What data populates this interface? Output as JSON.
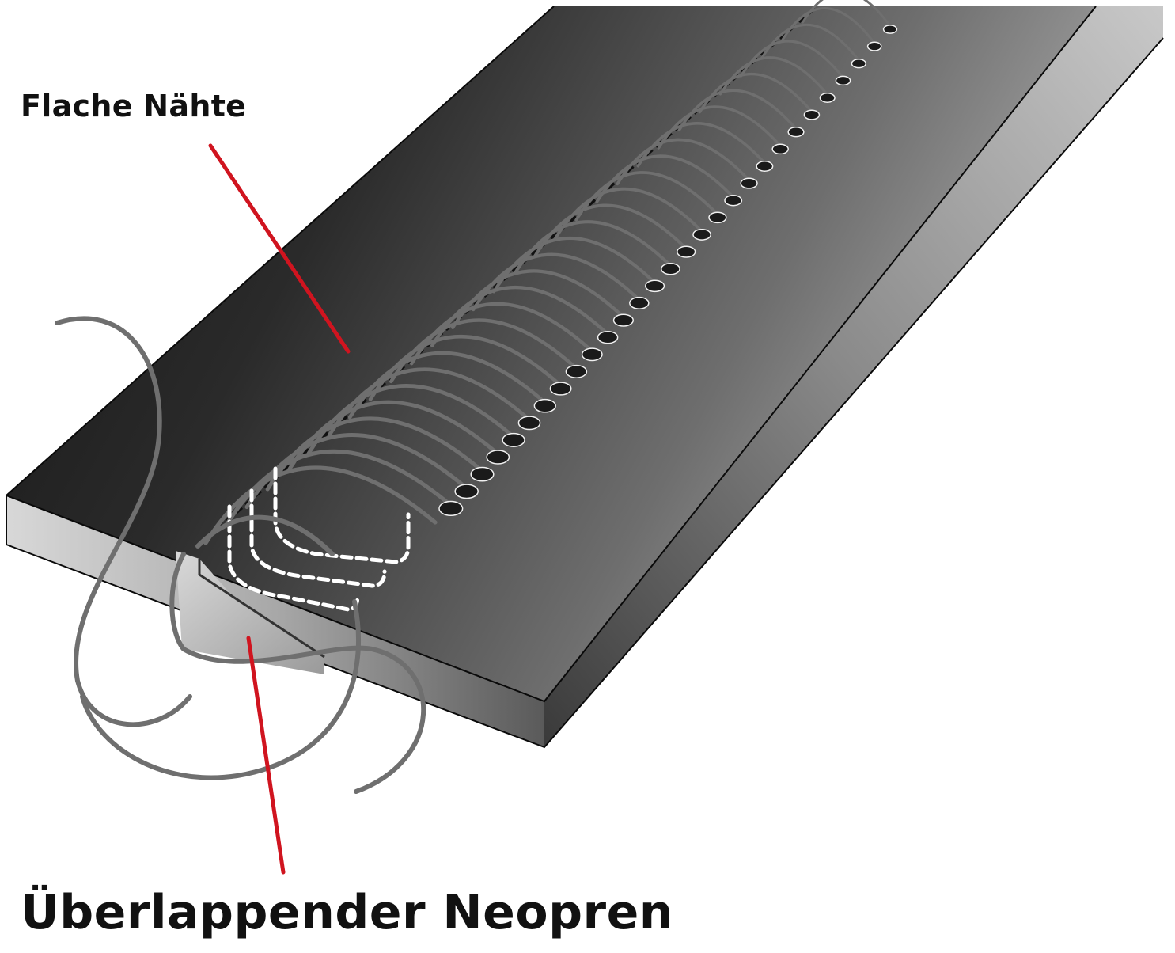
{
  "labels": {
    "flat_seams": "Flache Nähte",
    "overlapping_neoprene": "Überlappender Neopren"
  },
  "colors": {
    "leader_line": "#d0141f",
    "thread": "#6f6f6f",
    "dashed_outline": "#ffffff",
    "top_surface_dark": "#1c1c1c",
    "top_surface_light": "#8e8e8e",
    "side_dark": "#3c3c3c",
    "side_light": "#b4b4b4",
    "label_text": "#111111"
  },
  "diagram": {
    "type": "neoprene-seam-cross-section",
    "stitch_count": 30
  }
}
